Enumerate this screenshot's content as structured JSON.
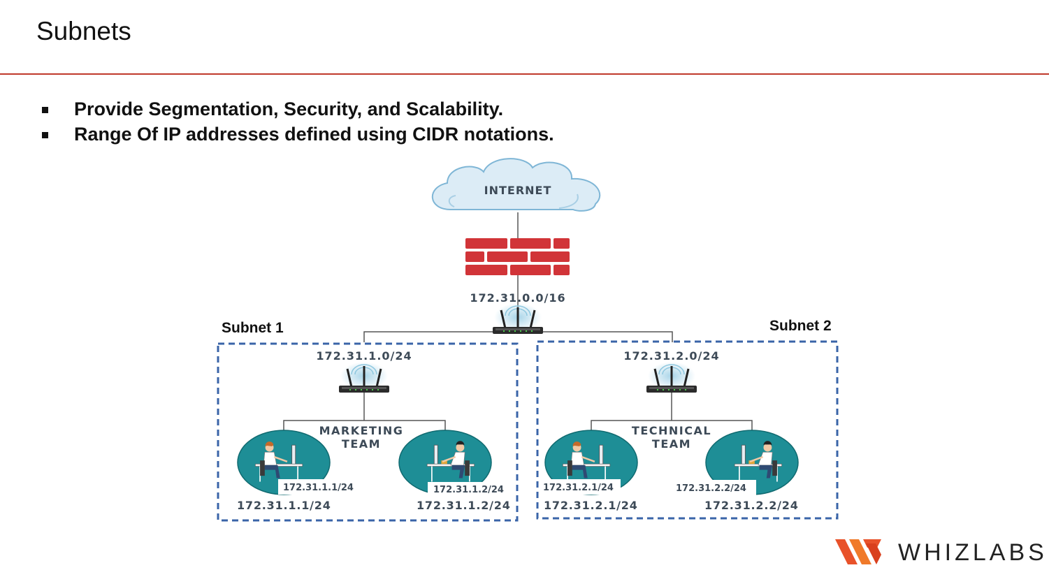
{
  "slide": {
    "title": "Subnets",
    "bullets": [
      "Provide Segmentation, Security, and Scalability.",
      "Range Of IP addresses defined using CIDR notations."
    ]
  },
  "diagram": {
    "internet_label": "INTERNET",
    "vpc_cidr": "172.31.0.0/16",
    "subnets": [
      {
        "name": "Subnet 1",
        "cidr": "172.31.1.0/24",
        "team_line1": "MARKETING",
        "team_line2": "TEAM",
        "hosts": [
          {
            "screen_ip": "172.31.1.1/24",
            "ip": "172.31.1.1/24"
          },
          {
            "screen_ip": "172.31.1.2/24",
            "ip": "172.31.1.2/24"
          }
        ]
      },
      {
        "name": "Subnet 2",
        "cidr": "172.31.2.0/24",
        "team_line1": "TECHNICAL",
        "team_line2": "TEAM",
        "hosts": [
          {
            "screen_ip": "172.31.2.1/24",
            "ip": "172.31.2.1/24"
          },
          {
            "screen_ip": "172.31.2.2/24",
            "ip": "172.31.2.2/24"
          }
        ]
      }
    ]
  },
  "brand": {
    "logo_text": "WHIZLABS"
  },
  "colors": {
    "title_rule": "#c0392b",
    "subnet_border": "#3a64a8",
    "firewall": "#d13438",
    "host_circle": "#1e8e96",
    "cloud_fill": "#dcecf6",
    "logo_orange": "#e8522a"
  }
}
